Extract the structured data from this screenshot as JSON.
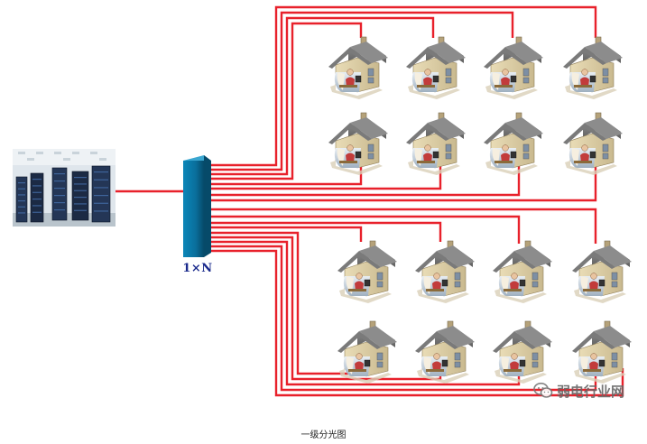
{
  "splitter": {
    "label": "1×N"
  },
  "caption": "一级分光图",
  "watermark": {
    "text": "弱电行业网",
    "icon": "wechat-icon"
  },
  "colors": {
    "fiber": "#e8212b",
    "splitter": "#0a6f9c",
    "splitter_dark": "#064a69",
    "label": "#1a2a8c"
  },
  "icons": {
    "source": "server-room-icon",
    "splitter": "optical-splitter-icon",
    "endpoint": "house-icon"
  },
  "house_count": 16
}
